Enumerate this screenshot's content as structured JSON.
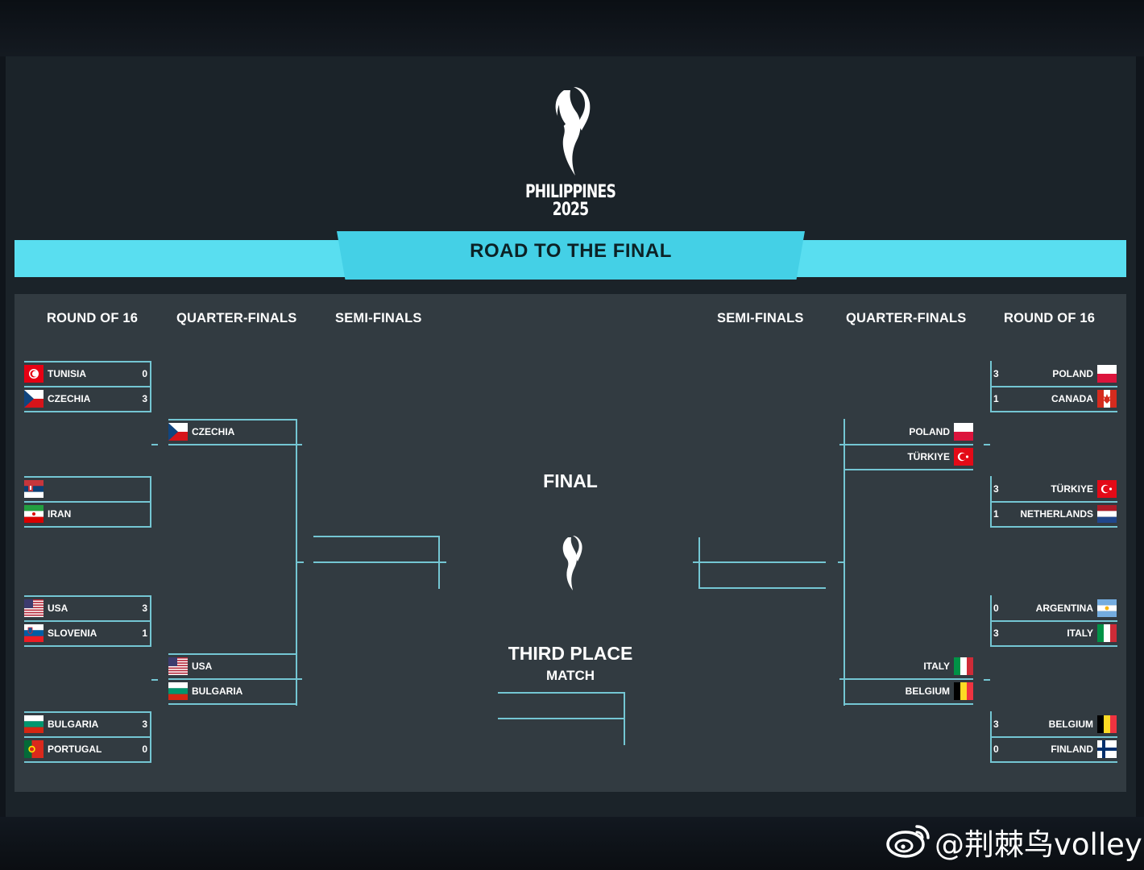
{
  "event": {
    "logo_line1": "PHILIPPINES",
    "logo_line2": "2025"
  },
  "banner": {
    "title": "ROAD TO THE FINAL"
  },
  "headers": {
    "left": [
      "ROUND OF 16",
      "QUARTER-FINALS",
      "SEMI-FINALS"
    ],
    "right": [
      "SEMI-FINALS",
      "QUARTER-FINALS",
      "ROUND OF 16"
    ]
  },
  "left_r16": [
    {
      "team_a": {
        "name": "TUNISIA",
        "score": "0",
        "flag": "tunisia-flag"
      },
      "team_b": {
        "name": "CZECHIA",
        "score": "3",
        "flag": "czechia-flag"
      }
    },
    {
      "team_a": {
        "name": "",
        "score": "",
        "flag": "serbia-flag"
      },
      "team_b": {
        "name": "IRAN",
        "score": "",
        "flag": "iran-flag"
      }
    },
    {
      "team_a": {
        "name": "USA",
        "score": "3",
        "flag": "usa-flag"
      },
      "team_b": {
        "name": "SLOVENIA",
        "score": "1",
        "flag": "slovenia-flag"
      }
    },
    {
      "team_a": {
        "name": "BULGARIA",
        "score": "3",
        "flag": "bulgaria-flag"
      },
      "team_b": {
        "name": "PORTUGAL",
        "score": "0",
        "flag": "portugal-flag"
      }
    }
  ],
  "left_qf": [
    {
      "team_a": {
        "name": "CZECHIA",
        "score": "",
        "flag": "czechia-flag"
      },
      "team_b": {
        "name": "",
        "score": "",
        "flag": ""
      }
    },
    {
      "team_a": {
        "name": "USA",
        "score": "",
        "flag": "usa-flag"
      },
      "team_b": {
        "name": "BULGARIA",
        "score": "",
        "flag": "bulgaria-flag"
      }
    }
  ],
  "right_r16": [
    {
      "team_a": {
        "name": "POLAND",
        "score": "3",
        "flag": "poland-flag"
      },
      "team_b": {
        "name": "CANADA",
        "score": "1",
        "flag": "canada-flag"
      }
    },
    {
      "team_a": {
        "name": "TÜRKIYE",
        "score": "3",
        "flag": "turkiye-flag"
      },
      "team_b": {
        "name": "NETHERLANDS",
        "score": "1",
        "flag": "netherlands-flag"
      }
    },
    {
      "team_a": {
        "name": "ARGENTINA",
        "score": "0",
        "flag": "argentina-flag"
      },
      "team_b": {
        "name": "ITALY",
        "score": "3",
        "flag": "italy-flag"
      }
    },
    {
      "team_a": {
        "name": "BELGIUM",
        "score": "3",
        "flag": "belgium-flag"
      },
      "team_b": {
        "name": "FINLAND",
        "score": "0",
        "flag": "finland-flag"
      }
    }
  ],
  "right_qf": [
    {
      "team_a": {
        "name": "POLAND",
        "score": "",
        "flag": "poland-flag"
      },
      "team_b": {
        "name": "TÜRKIYE",
        "score": "",
        "flag": "turkiye-flag"
      }
    },
    {
      "team_a": {
        "name": "ITALY",
        "score": "",
        "flag": "italy-flag"
      },
      "team_b": {
        "name": "BELGIUM",
        "score": "",
        "flag": "belgium-flag"
      }
    }
  ],
  "final": {
    "label": "FINAL"
  },
  "third_place": {
    "label": "THIRD PLACE",
    "sublabel": "MATCH"
  },
  "watermark": {
    "text": "@荆棘鸟volley"
  },
  "colors": {
    "banner": "#59def0",
    "line": "#74c6d3",
    "panel": "#323b41",
    "background": "#1b2329"
  }
}
